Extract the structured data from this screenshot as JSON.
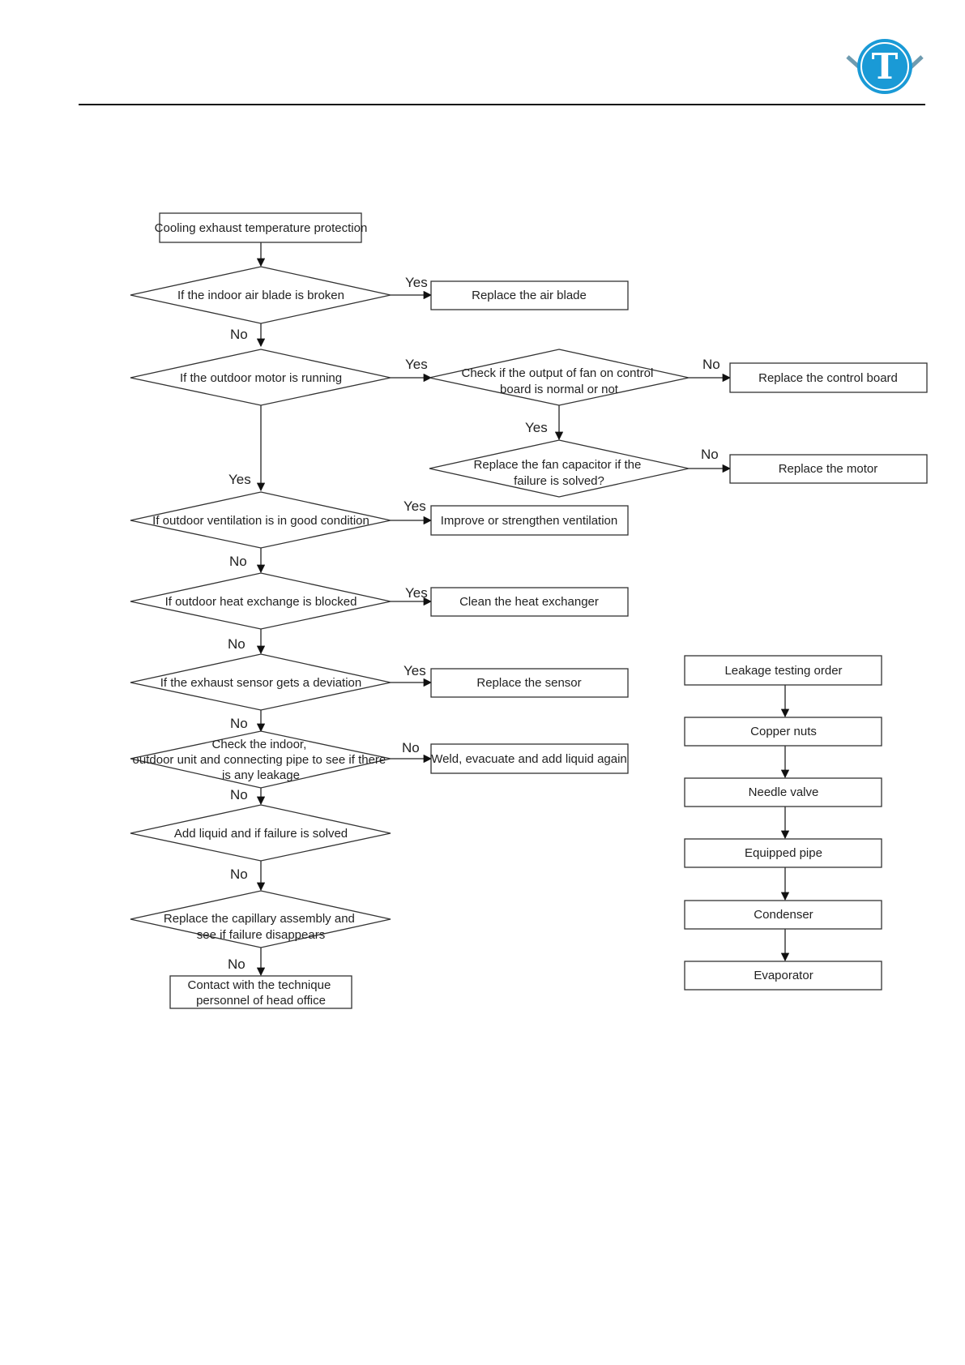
{
  "logo": {
    "letter": "T",
    "ring_color": "#1a9ad6",
    "chevron_color": "#6e9bb0"
  },
  "nodes": {
    "start": "Cooling exhaust temperature protection",
    "d_blade": "If the indoor air blade is broken",
    "a_blade": "Replace the air blade",
    "d_motor": "If the outdoor motor is running",
    "d_fan_output": [
      "Check if the output of fan on control",
      "board is normal or not"
    ],
    "a_control": "Replace the control board",
    "d_capacitor": [
      "Replace the fan capacitor if the",
      "failure is solved?"
    ],
    "a_motor": "Replace the motor",
    "d_vent": "If outdoor ventilation is in good condition",
    "a_vent": "Improve or strengthen ventilation",
    "d_heat": "If outdoor heat exchange is blocked",
    "a_heat": "Clean the heat exchanger",
    "d_sensor": "If the exhaust sensor gets a deviation",
    "a_sensor": "Replace the sensor",
    "d_leak": [
      "Check the indoor,",
      "outdoor unit and connecting pipe to see if there",
      "is any leakage"
    ],
    "a_weld": "Weld, evacuate and add liquid again",
    "d_liquid": "Add liquid and if failure is solved",
    "d_capillary": [
      "Replace the capillary assembly and",
      "see if failure disappears"
    ],
    "end": [
      "Contact with the technique",
      "personnel of head office"
    ]
  },
  "edge_labels": {
    "yes": "Yes",
    "no": "No"
  },
  "leakage_order": [
    "Leakage testing order",
    "Copper nuts",
    "Needle valve",
    "Equipped pipe",
    "Condenser",
    "Evaporator"
  ]
}
